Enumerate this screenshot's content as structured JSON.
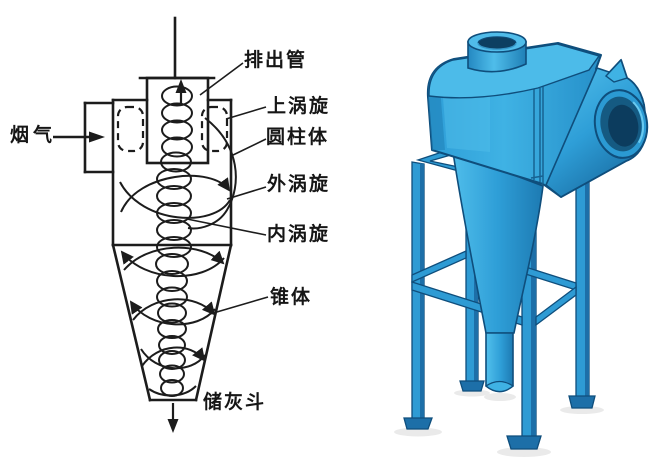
{
  "schematic": {
    "labels": {
      "flue_gas": "烟气",
      "discharge_pipe": "排出管",
      "upper_vortex": "上涡旋",
      "cylinder_body": "圆柱体",
      "outer_vortex": "外涡旋",
      "inner_vortex": "内涡旋",
      "cone_body": "锥体",
      "ash_hopper": "储灰斗"
    },
    "line_color": "#1c1c1c",
    "background": "#ffffff"
  },
  "model_3d": {
    "name": "cyclone-dust-collector-3d-render",
    "colors": {
      "primary": "#2f9fd8",
      "highlight": "#63c8f2",
      "top_face": "#4cbbe9",
      "shadow_side": "#1e7ab2",
      "outline": "#0f4e7c",
      "opening_inner": "#0c3c5e",
      "frame": "#2e9bd4"
    }
  }
}
